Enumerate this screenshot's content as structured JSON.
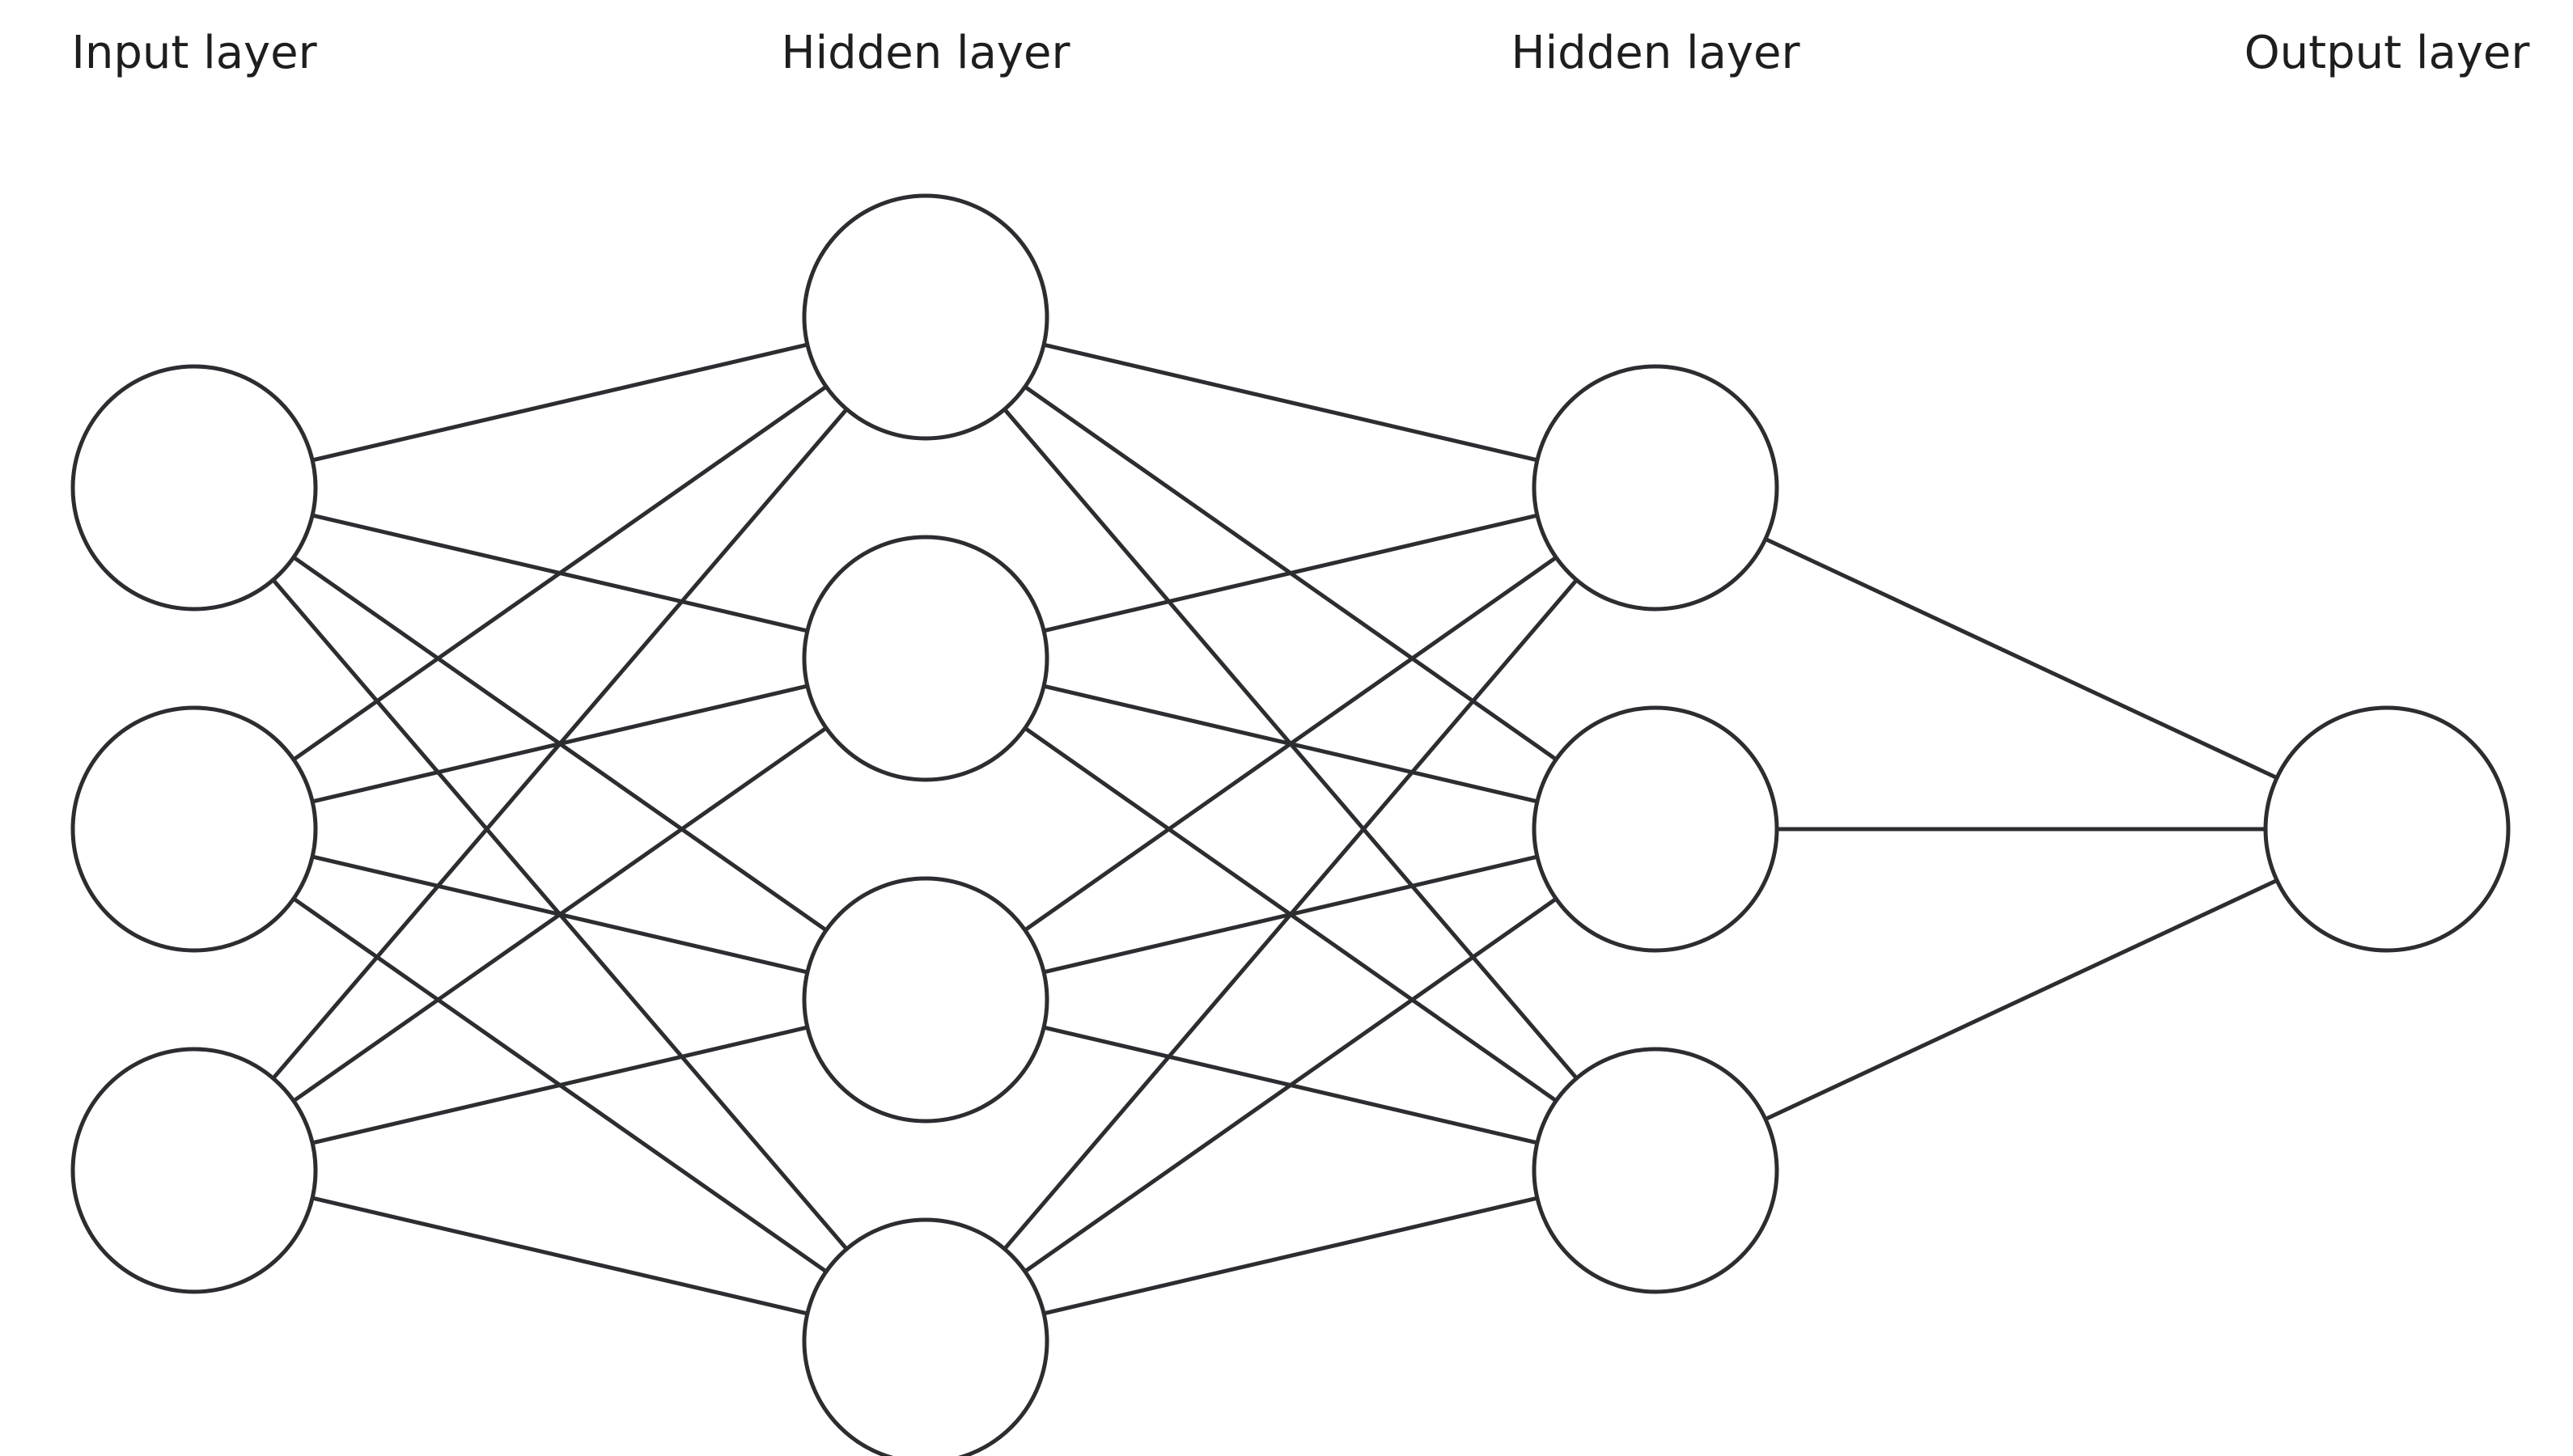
{
  "diagram": {
    "type": "neural-network",
    "stroke_color": "#2b2d31",
    "text_color": "#1e1e1e",
    "layers": [
      {
        "title": "Input layer",
        "node_count": 3
      },
      {
        "title": "Hidden layer",
        "node_count": 4
      },
      {
        "title": "Hidden layer",
        "node_count": 3
      },
      {
        "title": "Output layer",
        "node_count": 1
      }
    ],
    "connectivity": "fully-connected"
  }
}
